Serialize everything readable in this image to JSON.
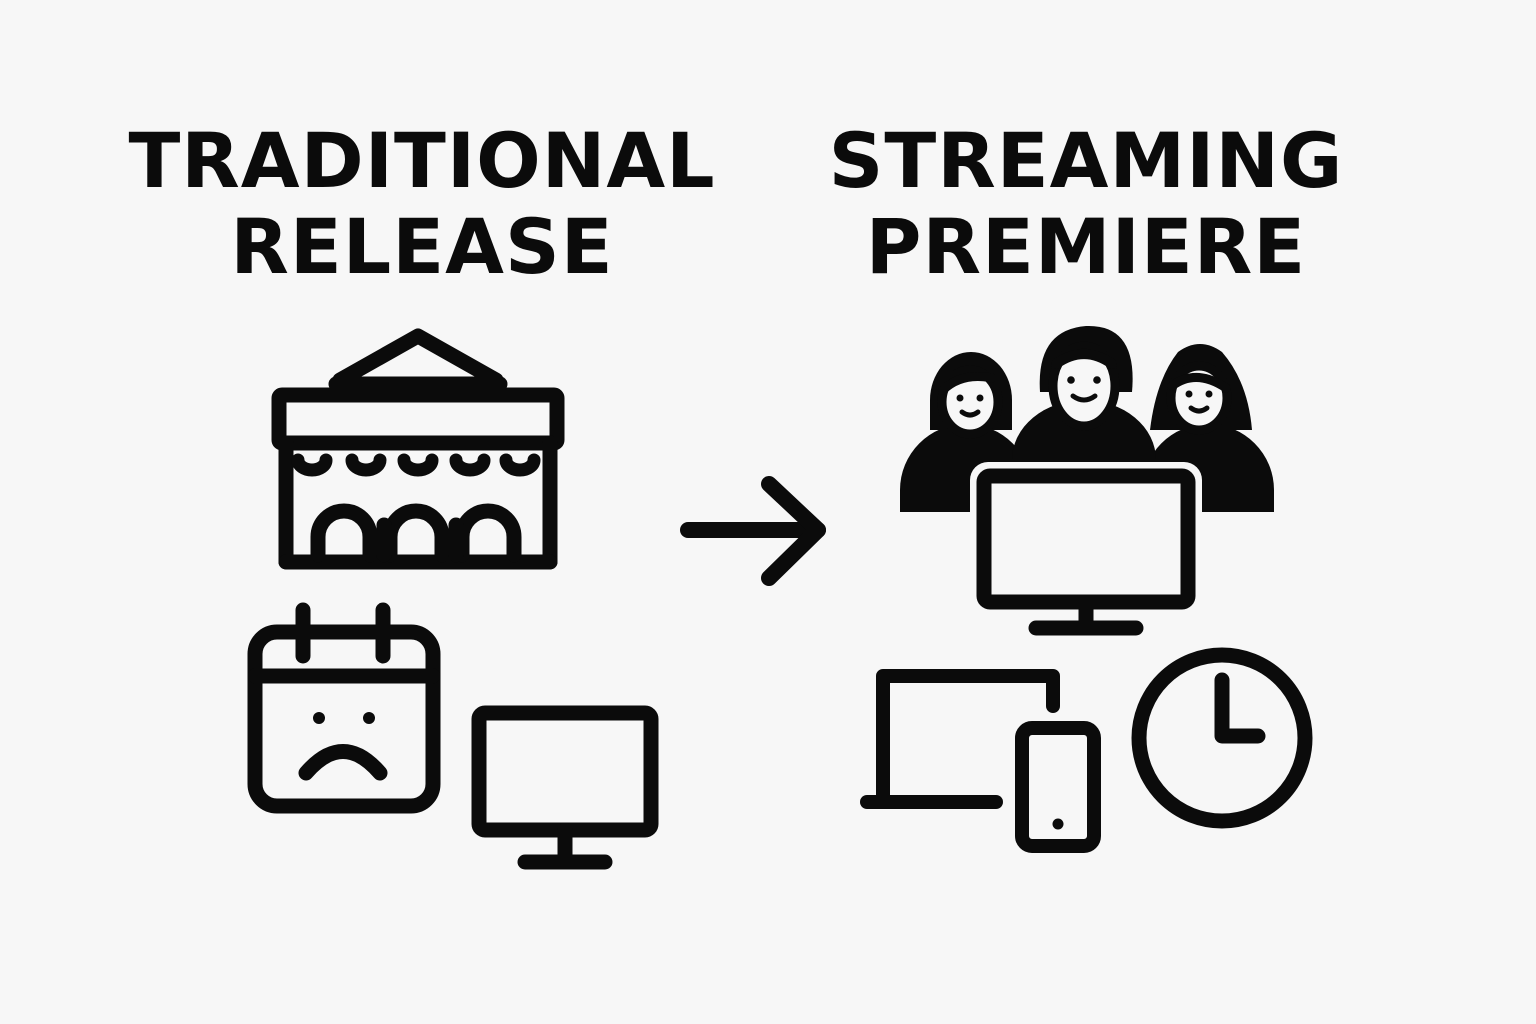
{
  "left_panel": {
    "title_line1": "TRADITIONAL",
    "title_line2": "RELEASE",
    "icons": [
      "movie-theater-icon",
      "sad-calendar-icon",
      "monitor-icon"
    ]
  },
  "right_panel": {
    "title_line1": "STREAMING",
    "title_line2": "PREMIERE",
    "icons": [
      "group-watching-icon",
      "monitor-icon",
      "laptop-icon",
      "smartphone-icon",
      "clock-icon"
    ]
  },
  "connector": "arrow-right-icon",
  "colors": {
    "background": "#f7f7f7",
    "ink": "#0b0b0b"
  }
}
